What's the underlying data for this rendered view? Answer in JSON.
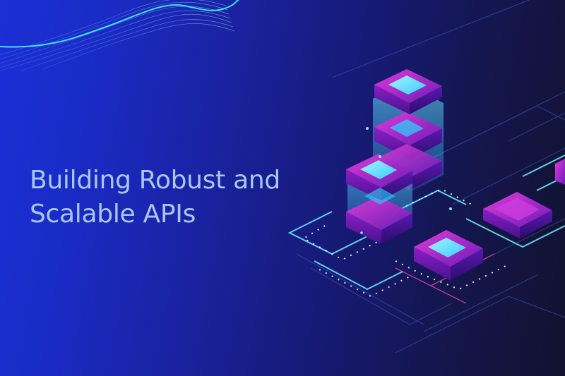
{
  "headline": {
    "line1": "Building Robust and",
    "line2": "Scalable APIs"
  },
  "colors": {
    "background_start": "#1b2fd6",
    "background_end": "#12122e",
    "headline_text": "#a9c7ff",
    "accent_cyan": "#37e6ff",
    "accent_magenta": "#b21bd1"
  },
  "icons": [
    "wave-decoration",
    "server-stack-illustration",
    "circuit-lines"
  ]
}
